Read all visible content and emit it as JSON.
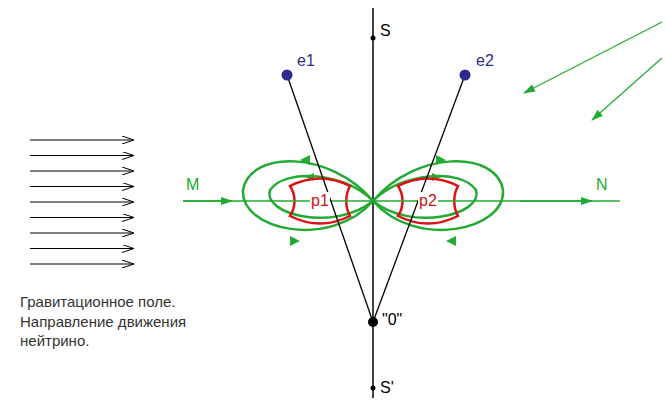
{
  "diagram": {
    "nodes": [
      {
        "text": [
          "p1"
        ]
      },
      {
        "text": [
          "p2"
        ]
      }
    ],
    "labels": [
      "S",
      "e1",
      "e2",
      "M",
      "N",
      "\"0\"",
      "S'",
      "Гравитационное поле. Направление движения нейтрино."
    ]
  }
}
